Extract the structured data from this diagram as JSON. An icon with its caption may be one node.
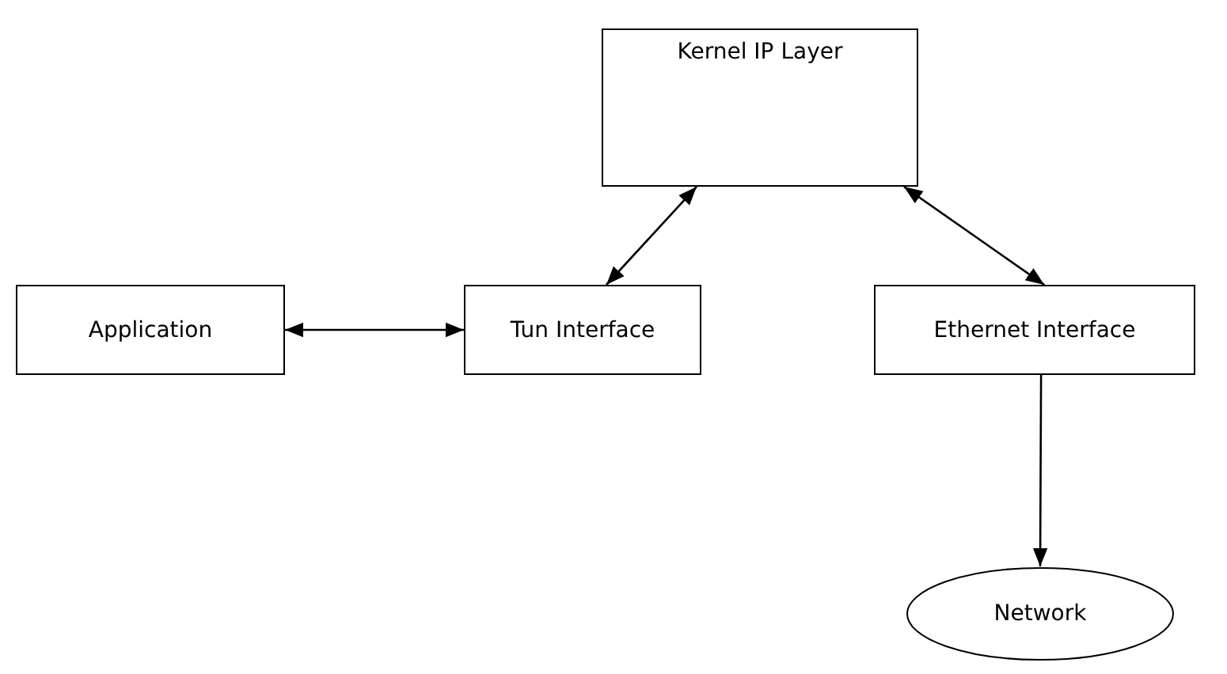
{
  "diagram": {
    "nodes": [
      {
        "text": [
          "Kernel IP Layer"
        ]
      },
      {
        "text": [
          "Application"
        ]
      },
      {
        "text": [
          "Tun Interface"
        ]
      },
      {
        "text": [
          "Ethernet Interface"
        ]
      },
      {
        "text": [
          "Network"
        ]
      }
    ],
    "edges": [
      {
        "from": 0,
        "to": 2,
        "arrow": "both"
      },
      {
        "from": 0,
        "to": 3,
        "arrow": "both"
      },
      {
        "from": 1,
        "to": 2,
        "arrow": "both"
      },
      {
        "from": 3,
        "to": 4,
        "arrow": "to"
      }
    ]
  }
}
